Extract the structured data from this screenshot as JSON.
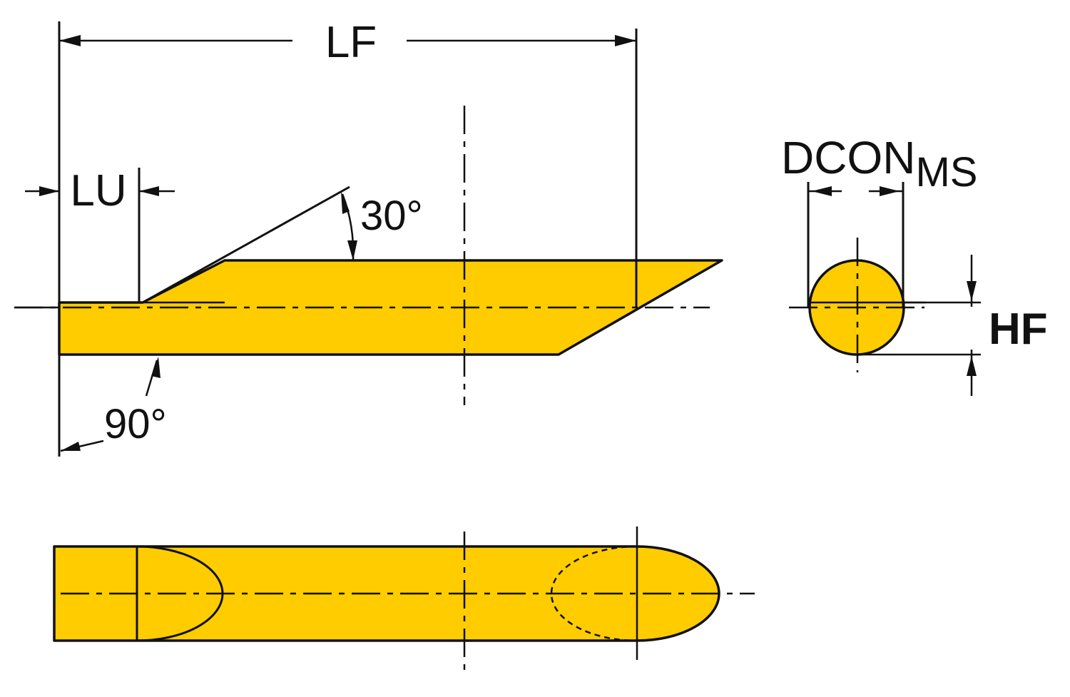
{
  "labels": {
    "lf": "LF",
    "lu": "LU",
    "angle_top": "30°",
    "angle_bottom": "90°",
    "dcon": "DCON",
    "dcon_sub": "MS",
    "hf": "HF"
  },
  "colors": {
    "body_fill": "#FFCC00",
    "line": "#111111"
  }
}
